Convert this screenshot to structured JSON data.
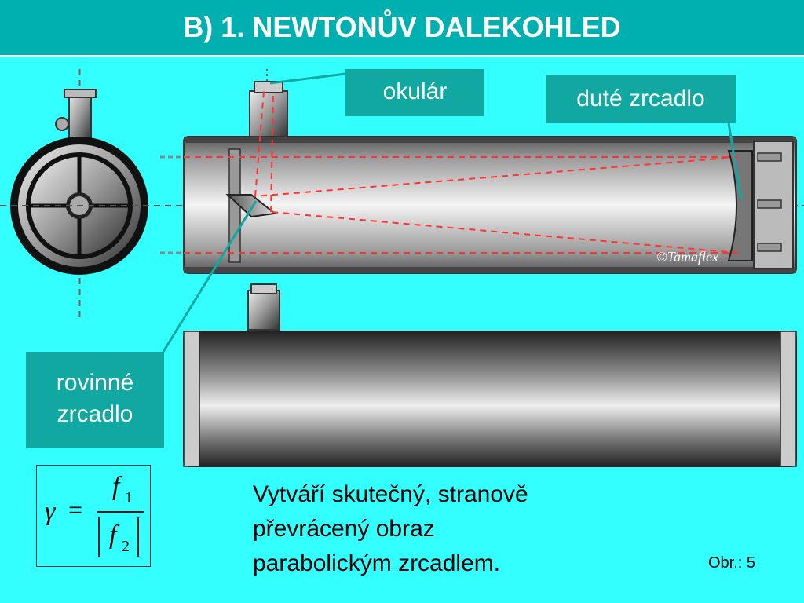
{
  "title": "B) 1. NEWTONŮV DALEKOHLED",
  "labels": {
    "okular": "okulár",
    "dute_zrcadlo": "duté zrcadlo",
    "rovinne_line1": "rovinné",
    "rovinne_line2": "zrcadlo"
  },
  "watermark": "©Tamaflex",
  "formula": {
    "lhs": "γ",
    "eq": "=",
    "numerator": "f",
    "numerator_sub": "1",
    "denominator": "f",
    "denominator_sub": "2"
  },
  "caption": {
    "line1": "Vytváří skutečný, stranově",
    "line2": "převrácený obraz",
    "line3": "parabolickým zrcadlem."
  },
  "figure_ref": "Obr.: 5",
  "colors": {
    "background": "#33ffff",
    "titlebar": "#00b0b0",
    "label_box": "#10a8a0",
    "ray": "#ff3333"
  }
}
